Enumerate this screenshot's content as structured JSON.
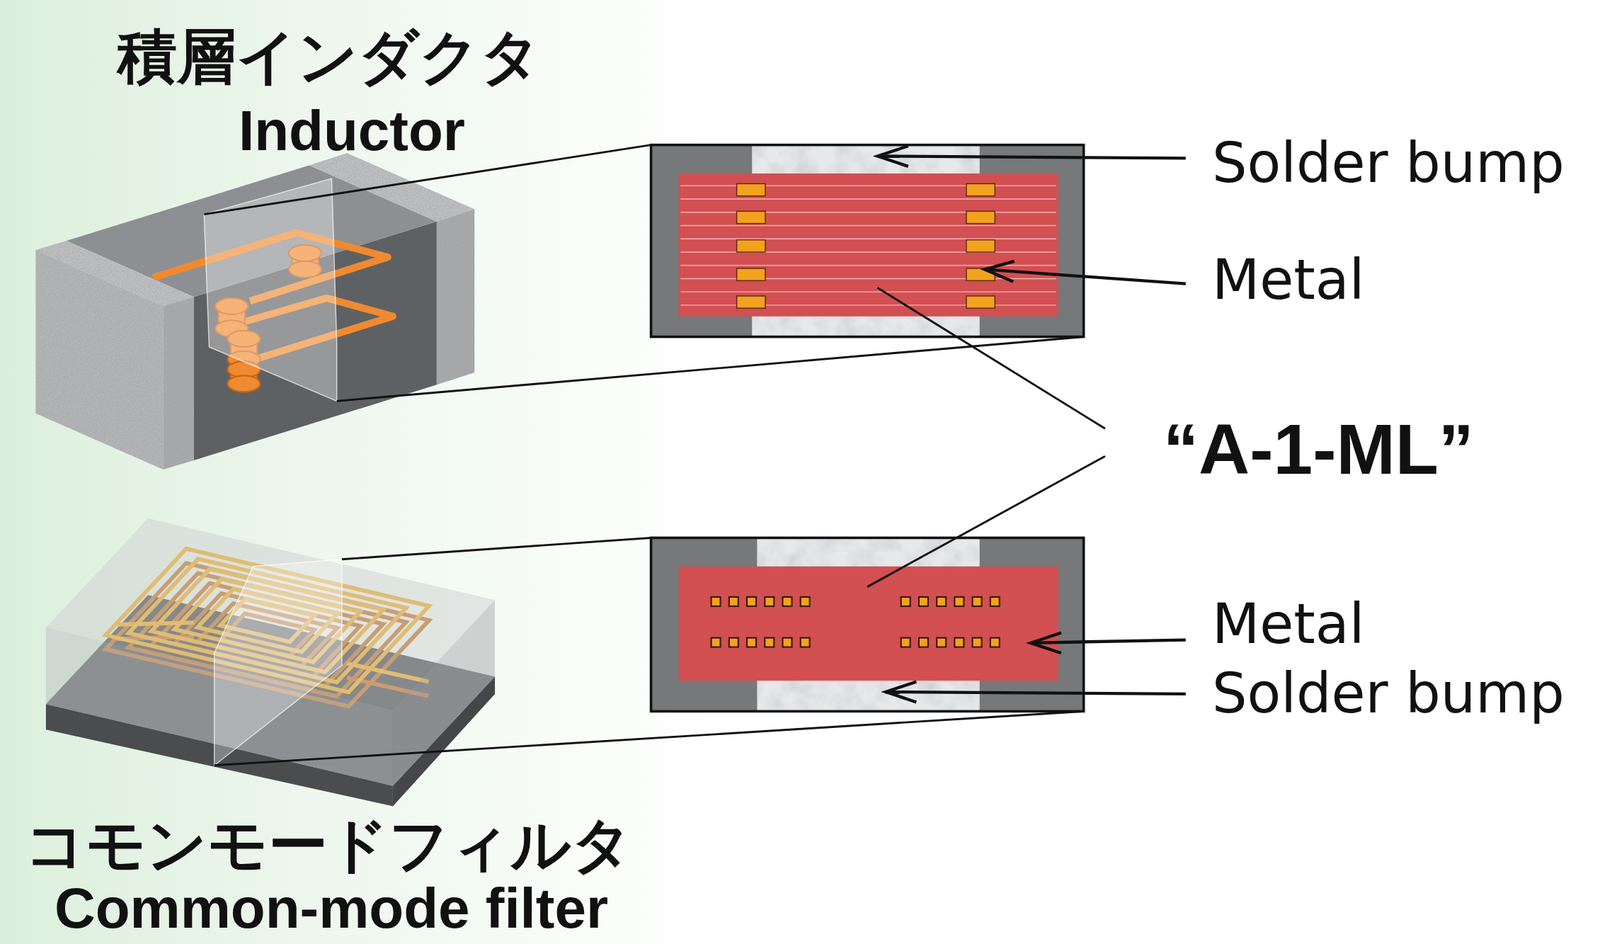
{
  "diagram": {
    "labels": [
      "積層インダクタ",
      "Inductor",
      "Solder bump",
      "Metal",
      "“A-1-ML”",
      "Metal",
      "Solder bump",
      "コモンモードフィルタ",
      "Common-mode filter"
    ]
  }
}
